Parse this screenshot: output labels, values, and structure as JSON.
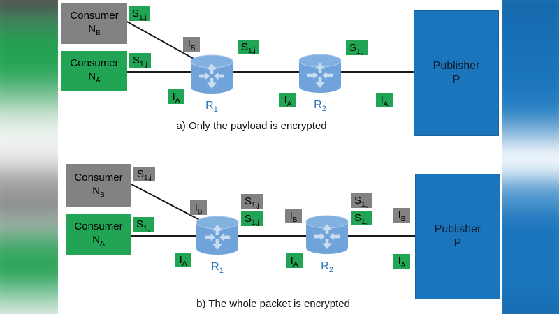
{
  "colors": {
    "green": "#22A455",
    "gray": "#828282",
    "publisher_blue": "#1B75BC",
    "router_body": "#6FA3D9",
    "router_top": "#82B1E0",
    "router_arrow": "#C9DCF0",
    "router_label": "#2E74B5",
    "wire": "#1A1A1A"
  },
  "icons": {
    "router": "router-cylinder-with-crossed-arrows-icon"
  },
  "diagram_a": {
    "caption": "a) Only the payload is encrypted",
    "consumer_nb": {
      "title": "Consumer",
      "sym": "N",
      "sub": "B",
      "variant": "gray"
    },
    "consumer_na": {
      "title": "Consumer",
      "sym": "N",
      "sub": "A",
      "variant": "green"
    },
    "publisher": {
      "title": "Publisher",
      "sym": "P"
    },
    "router1": {
      "sym": "R",
      "sub": "1"
    },
    "router2": {
      "sym": "R",
      "sub": "2"
    },
    "badges": {
      "s_nb": {
        "main": "S",
        "sub": "1,j",
        "color": "green"
      },
      "s_na": {
        "main": "S",
        "sub": "1,j",
        "color": "green"
      },
      "i_b_r1": {
        "main": "I",
        "sub": "B",
        "color": "gray"
      },
      "i_a_r1": {
        "main": "I",
        "sub": "A",
        "color": "green"
      },
      "s_mid": {
        "main": "S",
        "sub": "1,j",
        "color": "green"
      },
      "i_a_mid": {
        "main": "I",
        "sub": "A",
        "color": "green"
      },
      "s_right": {
        "main": "S",
        "sub": "1,j",
        "color": "green"
      },
      "i_a_right": {
        "main": "I",
        "sub": "A",
        "color": "green"
      }
    }
  },
  "diagram_b": {
    "caption": "b) The whole packet is encrypted",
    "consumer_nb": {
      "title": "Consumer",
      "sym": "N",
      "sub": "B",
      "variant": "gray"
    },
    "consumer_na": {
      "title": "Consumer",
      "sym": "N",
      "sub": "A",
      "variant": "green"
    },
    "publisher": {
      "title": "Publisher",
      "sym": "P"
    },
    "router1": {
      "sym": "R",
      "sub": "1"
    },
    "router2": {
      "sym": "R",
      "sub": "2"
    },
    "badges": {
      "s_nb": {
        "main": "S",
        "sub": "1,j",
        "color": "gray"
      },
      "s_na": {
        "main": "S",
        "sub": "1,j",
        "color": "green"
      },
      "i_b_r1": {
        "main": "I",
        "sub": "B",
        "color": "gray"
      },
      "i_a_r1": {
        "main": "I",
        "sub": "A",
        "color": "green"
      },
      "s_r1_top": {
        "main": "S",
        "sub": "1,j",
        "color": "gray"
      },
      "s_r1_bottom": {
        "main": "S",
        "sub": "1,j",
        "color": "green"
      },
      "i_b_mid": {
        "main": "I",
        "sub": "B",
        "color": "gray"
      },
      "i_a_mid": {
        "main": "I",
        "sub": "A",
        "color": "green"
      },
      "s_r2_top": {
        "main": "S",
        "sub": "1,j",
        "color": "gray"
      },
      "s_r2_bottom": {
        "main": "S",
        "sub": "1,j",
        "color": "green"
      },
      "i_b_right": {
        "main": "I",
        "sub": "B",
        "color": "gray"
      },
      "i_a_right": {
        "main": "I",
        "sub": "A",
        "color": "green"
      }
    }
  }
}
